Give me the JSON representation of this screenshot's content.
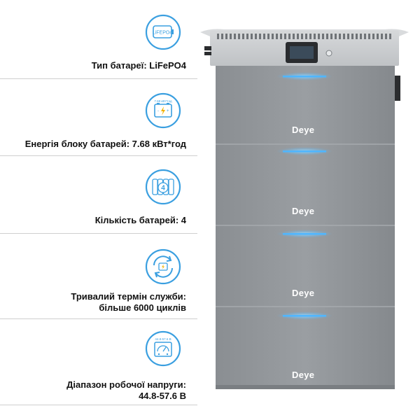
{
  "specs": [
    {
      "icon": "battery-lifepo4-icon",
      "icon_text": "LiFEPO4",
      "label": "Тип батареї: LiFePO4"
    },
    {
      "icon": "battery-energy-icon",
      "icon_text": "7.68 кВт*год",
      "label": "Енергія блоку батарей:  7.68 кВт*год"
    },
    {
      "icon": "battery-count-icon",
      "icon_text": "4",
      "label": "Кількість батарей: 4"
    },
    {
      "icon": "battery-cycle-icon",
      "label_line1": "Тривалий термін служби:",
      "label_line2": "більше 6000 циклів"
    },
    {
      "icon": "voltage-meter-icon",
      "icon_text": "44.8-57.6 В",
      "label_line1": "Діапазон робочої напруги:",
      "label_line2": "44.8-57.6 В"
    }
  ],
  "product": {
    "brand": "Deye",
    "modules": 4
  },
  "colors": {
    "icon_blue": "#3a9fe0",
    "led_blue": "#4fb6ff",
    "cabinet_gray": "#8e9296",
    "top_gray": "#c9cccf"
  }
}
